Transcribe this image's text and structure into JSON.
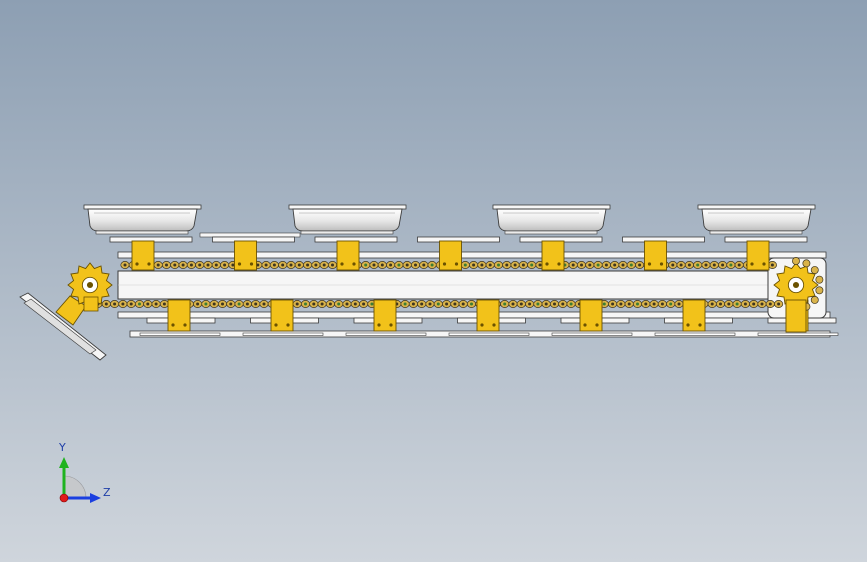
{
  "colors": {
    "background_top": "#8d9fb3",
    "background_bottom": "#cfd5dc",
    "bracket_fill": "#f2c21a",
    "bracket_stroke": "#6b5200",
    "chain_link": "#d9b34a",
    "chain_dark": "#3d3520",
    "chain_green": "#3c7d32",
    "frame_fill": "#f6f6f6",
    "frame_stroke": "#3c3c3c",
    "tray_fill": "#ececec",
    "axis_x": "#e01b1b",
    "axis_y": "#1fb31f",
    "axis_z": "#1b3fe0",
    "triad_base": "#c6c8cb",
    "label": "#1f3fa8"
  },
  "triad": {
    "y_label": "Y",
    "z_label": "Z"
  },
  "conveyor": {
    "tray_count": 4,
    "upper_bracket_count": 7,
    "lower_bracket_count": 7,
    "sprocket_count": 2
  }
}
